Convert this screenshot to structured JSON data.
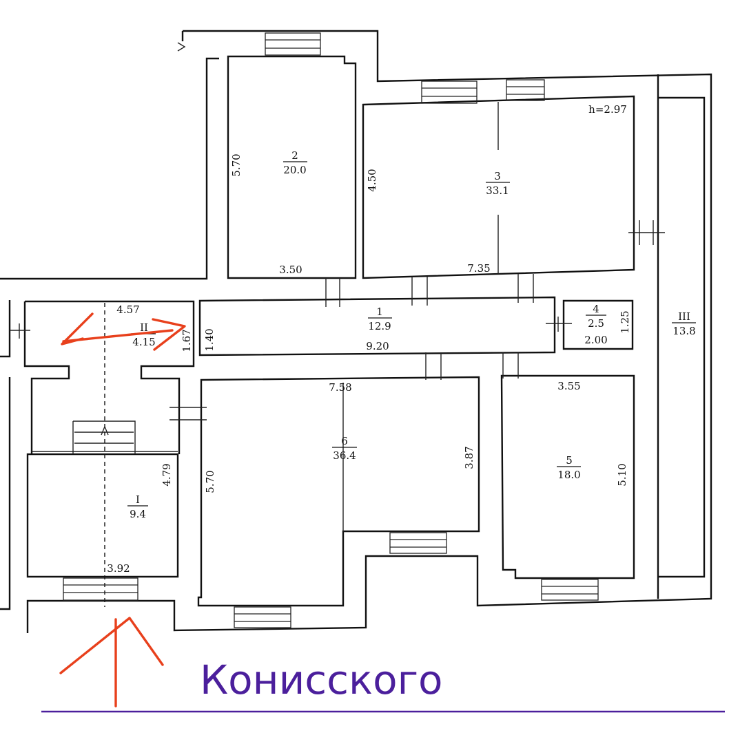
{
  "rooms": {
    "r2": {
      "num": "2",
      "area": "20.0"
    },
    "r3": {
      "num": "3",
      "area": "33.1"
    },
    "r1": {
      "num": "1",
      "area": "12.9"
    },
    "r4": {
      "num": "4",
      "area": "2.5"
    },
    "rII": {
      "num": "II",
      "area": "4.15"
    },
    "rIII": {
      "num": "III",
      "area": "13.8"
    },
    "r6": {
      "num": "6",
      "area": "36.4"
    },
    "r5": {
      "num": "5",
      "area": "18.0"
    },
    "rI": {
      "num": "I",
      "area": "9.4"
    }
  },
  "dims": {
    "h": "h=2.97",
    "d570a": "5.70",
    "d350": "3.50",
    "d450": "4.50",
    "d735": "7.35",
    "d457": "4.57",
    "d167": "1.67",
    "d140": "1.40",
    "d920": "9.20",
    "d125": "1.25",
    "d200": "2.00",
    "d758": "7.58",
    "d355": "3.55",
    "d570b": "5.70",
    "d387": "3.87",
    "d510": "5.10",
    "d479": "4.79",
    "d392": "3.92"
  },
  "street": "Конисского"
}
